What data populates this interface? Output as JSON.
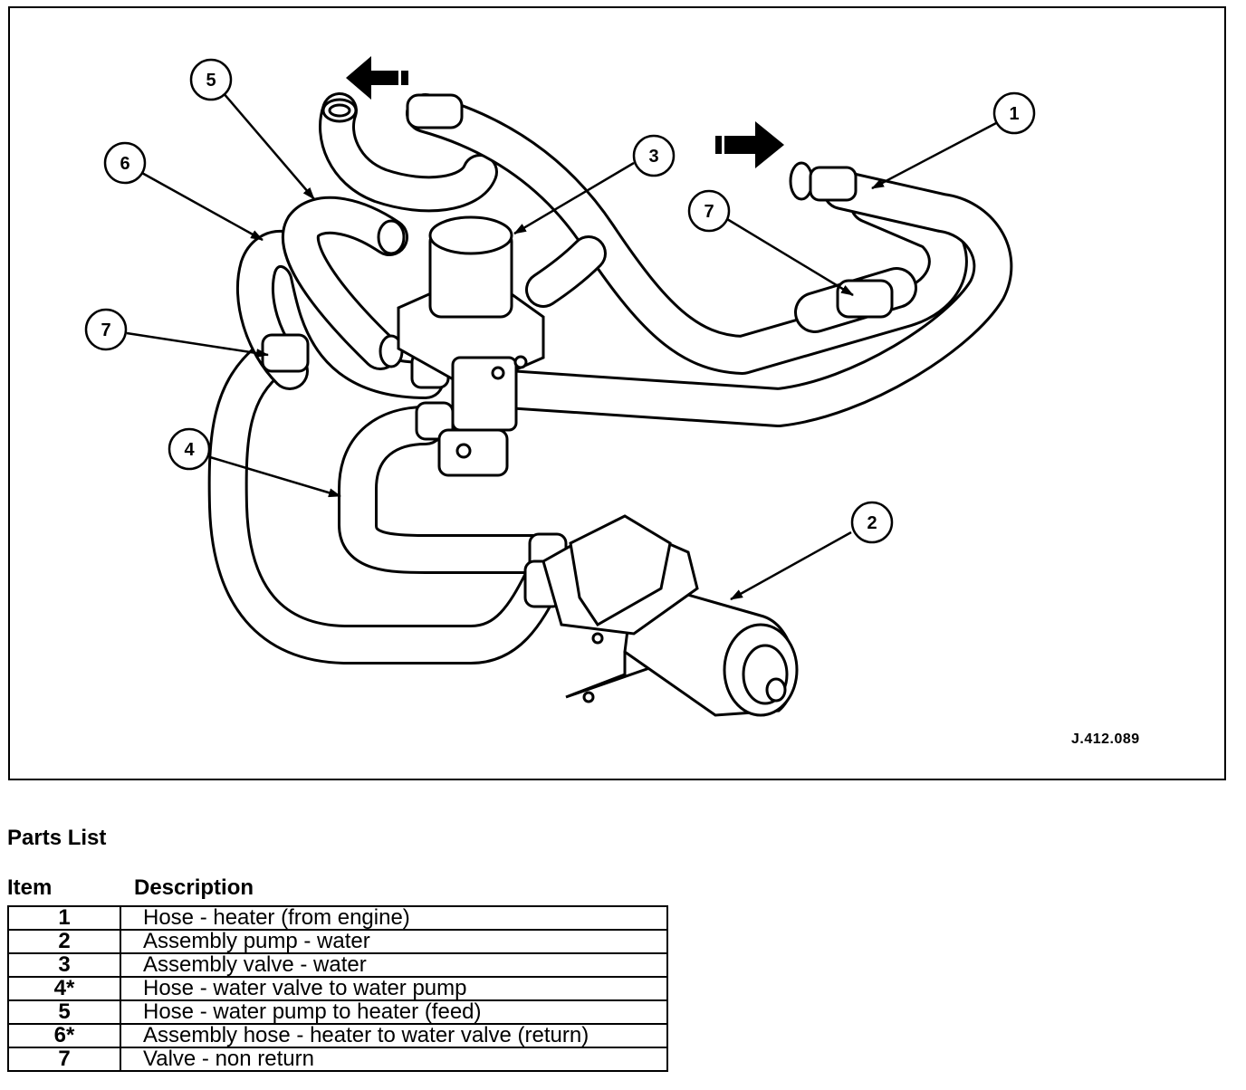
{
  "figure": {
    "reference": "J.412.089",
    "callouts": [
      "1",
      "2",
      "3",
      "4",
      "5",
      "6",
      "7",
      "7"
    ]
  },
  "parts_list": {
    "title": "Parts List",
    "columns": {
      "item": "Item",
      "description": "Description"
    },
    "rows": [
      {
        "item": "1",
        "description": "Hose - heater (from engine)"
      },
      {
        "item": "2",
        "description": "Assembly pump - water"
      },
      {
        "item": "3",
        "description": "Assembly valve - water"
      },
      {
        "item": "4*",
        "description": "Hose - water valve to water pump"
      },
      {
        "item": "5",
        "description": "Hose - water pump to heater (feed)"
      },
      {
        "item": "6*",
        "description": "Assembly hose - heater to water valve (return)"
      },
      {
        "item": "7",
        "description": "Valve - non return"
      }
    ]
  }
}
